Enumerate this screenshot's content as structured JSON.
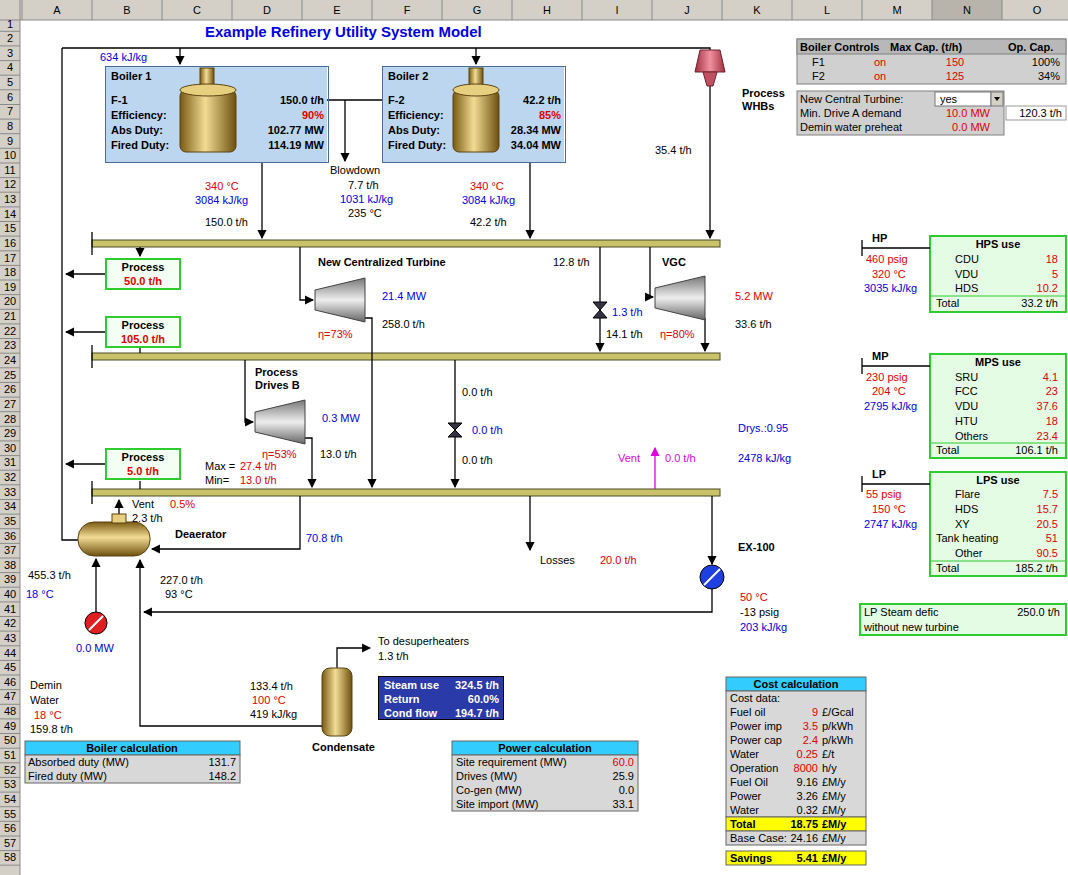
{
  "diagram": {
    "title": "Example Refinery Utility System Model",
    "nodes": [
      {
        "text": [
          "Boiler 1",
          "F-1",
          "Efficiency:",
          "Abs Duty:",
          "Fired Duty:",
          "150.0 t/h",
          "90%",
          "102.77 MW",
          "114.19 MW"
        ]
      },
      {
        "text": [
          "Boiler 2",
          "F-2",
          "Efficiency:",
          "Abs Duty:",
          "Fired Duty:",
          "42.2 t/h",
          "85%",
          "28.34 MW",
          "34.04 MW"
        ]
      },
      {
        "text": [
          "Process",
          "50.0 t/h"
        ]
      },
      {
        "text": [
          "Process",
          "105.0 t/h"
        ]
      },
      {
        "text": [
          "Process",
          "5.0 t/h"
        ]
      },
      {
        "text": [
          "Steam use",
          "324.5 t/h",
          "Return",
          "60.0%",
          "Cond flow",
          "194.7 t/h"
        ]
      }
    ],
    "labels": [
      "A",
      "B",
      "C",
      "D",
      "E",
      "F",
      "G",
      "H",
      "I",
      "J",
      "K",
      "L",
      "M",
      "N",
      "O",
      "1",
      "2",
      "3",
      "4",
      "5",
      "6",
      "7",
      "8",
      "9",
      "10",
      "11",
      "12",
      "13",
      "14",
      "15",
      "16",
      "17",
      "18",
      "19",
      "20",
      "21",
      "22",
      "23",
      "24",
      "25",
      "26",
      "27",
      "28",
      "29",
      "30",
      "31",
      "32",
      "33",
      "34",
      "35",
      "36",
      "37",
      "38",
      "39",
      "40",
      "41",
      "42",
      "43",
      "44",
      "45",
      "46",
      "47",
      "48",
      "49",
      "50",
      "51",
      "52",
      "53",
      "54",
      "55",
      "56",
      "57",
      "58",
      "634 kJ/kg",
      "Blowdown",
      "7.7 t/h",
      "1031 kJ/kg",
      "235 °C",
      "340 °C",
      "3084 kJ/kg",
      "150.0 t/h",
      "340 °C",
      "3084 kJ/kg",
      "42.2 t/h",
      "Process WHBs",
      "35.4 t/h",
      "New Centralized Turbine",
      "21.4 MW",
      "η=73%",
      "258.0 t/h",
      "12.8 t/h",
      "VGC",
      "1.3 t/h",
      "14.1 t/h",
      "5.2 MW",
      "η=80%",
      "33.6 t/h",
      "Process Drives B",
      "0.3 MW",
      "η=53%",
      "13.0 t/h",
      "Max =",
      "27.4 t/h",
      "Min=",
      "13.0 t/h",
      "0.0 t/h",
      "0.0 t/h",
      "0.0 t/h",
      "Drys.:0.95",
      "2478 kJ/kg",
      "Vent",
      "0.0 t/h",
      "Vent",
      "0.5%",
      "2.3 t/h",
      "455.3 t/h",
      "Deaerator",
      "70.8 t/h",
      "227.0 t/h",
      "93 °C",
      "Losses",
      "20.0 t/h",
      "EX-100",
      "50 °C",
      "-13 psig",
      "203 kJ/kg",
      "18 °C",
      "0.0 MW",
      "Demin",
      "Water",
      "18 °C",
      "159.8 t/h",
      "To desuperheaters",
      "1.3 t/h",
      "133.4 t/h",
      "100 °C",
      "419 kJ/kg",
      "Condensate",
      "HP",
      "460 psig",
      "320 °C",
      "3035 kJ/kg",
      "HPS use",
      "CDU",
      "18",
      "VDU",
      "5",
      "HDS",
      "10.2",
      "Total",
      "33.2 t/h",
      "MP",
      "230 psig",
      "204 °C",
      "2795 kJ/kg",
      "MPS use",
      "SRU",
      "4.1",
      "FCC",
      "23",
      "VDU",
      "37.6",
      "HTU",
      "18",
      "Others",
      "23.4",
      "Total",
      "106.1 t/h",
      "LP",
      "55 psig",
      "150 °C",
      "2747 kJ/kg",
      "LPS use",
      "Flare",
      "7.5",
      "HDS",
      "15.7",
      "XY",
      "20.5",
      "Tank heating",
      "51",
      "Other",
      "90.5",
      "Total",
      "185.2 t/h",
      "LP Steam defic",
      "250.0 t/h",
      "without new turbine",
      "Boiler Controls",
      "Max Cap. (t/h)",
      "Op. Cap.",
      "F1",
      "on",
      "150",
      "100%",
      "F2",
      "on",
      "125",
      "34%",
      "New Central Turbine:",
      "yes",
      "Min. Drive A demand",
      "10.0 MW",
      "120.3 t/h",
      "Demin water preheat",
      "0.0 MW",
      "Boiler calculation",
      "Absorbed duty (MW)",
      "131.7",
      "Fired duty (MW)",
      "148.2",
      "Power calculation",
      "Site requirement (MW)",
      "60.0",
      "Drives (MW)",
      "25.9",
      "Co-gen (MW)",
      "0.0",
      "Site import (MW)",
      "33.1",
      "Cost calculation",
      "Cost data:",
      "Fuel oil",
      "9",
      "£/Gcal",
      "Power imp",
      "3.5",
      "p/kWh",
      "Power cap",
      "2.4",
      "p/kWh",
      "Water",
      "0.25",
      "£/t",
      "Operation",
      "8000",
      "h/y",
      "Fuel Oil",
      "9.16",
      "£M/y",
      "Power",
      "3.26",
      "£M/y",
      "Water",
      "0.32",
      "£M/y",
      "Total",
      "18.75",
      "£M/y",
      "Base Case:",
      "24.16",
      "£M/y",
      "Savings",
      "5.41",
      "£M/y"
    ]
  }
}
